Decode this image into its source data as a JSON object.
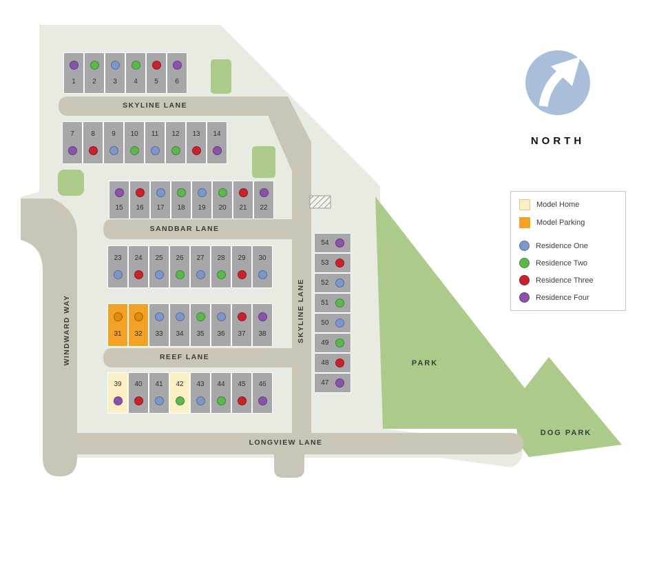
{
  "north": {
    "label": "NORTH"
  },
  "legend": {
    "items": [
      {
        "label": "Model Home"
      },
      {
        "label": "Model Parking"
      },
      {
        "label": "Residence One"
      },
      {
        "label": "Residence Two"
      },
      {
        "label": "Residence Three"
      },
      {
        "label": "Residence Four"
      }
    ]
  },
  "streets": {
    "skyline_top": "SKYLINE LANE",
    "sandbar": "SANDBAR LANE",
    "reef": "REEF LANE",
    "longview": "LONGVIEW LANE",
    "windward": "WINDWARD WAY",
    "skyline_vertical": "SKYLINE LANE"
  },
  "areas": {
    "park": "PARK",
    "dog_park": "DOG PARK"
  },
  "colors": {
    "residence_one": "#7b97ce",
    "residence_two": "#5cb84c",
    "residence_three": "#c8232c",
    "residence_four": "#8953ab",
    "model_home_fill": "#fbefc4",
    "model_parking_fill": "#f4a127",
    "model_parking_dot": "#df8b13",
    "lot_fill": "#a7a7a9",
    "road_fill": "#c9c6b8",
    "site_fill": "#e8ebe1",
    "park_fill": "#accb8b",
    "north_circle": "#a8bed9"
  },
  "lot_rows": [
    {
      "name": "row-1",
      "lots": [
        {
          "number": "1",
          "residence": "four"
        },
        {
          "number": "2",
          "residence": "two"
        },
        {
          "number": "3",
          "residence": "one"
        },
        {
          "number": "4",
          "residence": "two"
        },
        {
          "number": "5",
          "residence": "three"
        },
        {
          "number": "6",
          "residence": "four"
        }
      ]
    },
    {
      "name": "row-2",
      "lots": [
        {
          "number": "7",
          "residence": "four"
        },
        {
          "number": "8",
          "residence": "three"
        },
        {
          "number": "9",
          "residence": "one"
        },
        {
          "number": "10",
          "residence": "two"
        },
        {
          "number": "11",
          "residence": "one"
        },
        {
          "number": "12",
          "residence": "two"
        },
        {
          "number": "13",
          "residence": "three"
        },
        {
          "number": "14",
          "residence": "four"
        }
      ]
    },
    {
      "name": "row-3",
      "lots": [
        {
          "number": "15",
          "residence": "four"
        },
        {
          "number": "16",
          "residence": "three"
        },
        {
          "number": "17",
          "residence": "one"
        },
        {
          "number": "18",
          "residence": "two"
        },
        {
          "number": "19",
          "residence": "one"
        },
        {
          "number": "20",
          "residence": "two"
        },
        {
          "number": "21",
          "residence": "three"
        },
        {
          "number": "22",
          "residence": "four"
        }
      ]
    },
    {
      "name": "row-4",
      "lots": [
        {
          "number": "23",
          "residence": "one"
        },
        {
          "number": "24",
          "residence": "three"
        },
        {
          "number": "25",
          "residence": "one"
        },
        {
          "number": "26",
          "residence": "two"
        },
        {
          "number": "27",
          "residence": "one"
        },
        {
          "number": "28",
          "residence": "two"
        },
        {
          "number": "29",
          "residence": "three"
        },
        {
          "number": "30",
          "residence": "one"
        }
      ]
    },
    {
      "name": "row-5",
      "lots": [
        {
          "number": "31",
          "residence": "parking",
          "type": "model-parking"
        },
        {
          "number": "32",
          "residence": "parking",
          "type": "model-parking"
        },
        {
          "number": "33",
          "residence": "one"
        },
        {
          "number": "34",
          "residence": "one"
        },
        {
          "number": "35",
          "residence": "two"
        },
        {
          "number": "36",
          "residence": "one"
        },
        {
          "number": "37",
          "residence": "three"
        },
        {
          "number": "38",
          "residence": "four"
        }
      ]
    },
    {
      "name": "row-6",
      "lots": [
        {
          "number": "39",
          "residence": "four",
          "type": "model-home"
        },
        {
          "number": "40",
          "residence": "three"
        },
        {
          "number": "41",
          "residence": "one"
        },
        {
          "number": "42",
          "residence": "two",
          "type": "model-home"
        },
        {
          "number": "43",
          "residence": "one"
        },
        {
          "number": "44",
          "residence": "two"
        },
        {
          "number": "45",
          "residence": "three"
        },
        {
          "number": "46",
          "residence": "four"
        }
      ]
    },
    {
      "name": "skyline-column",
      "lots": [
        {
          "number": "54",
          "residence": "four"
        },
        {
          "number": "53",
          "residence": "three"
        },
        {
          "number": "52",
          "residence": "one"
        },
        {
          "number": "51",
          "residence": "two"
        },
        {
          "number": "50",
          "residence": "one"
        },
        {
          "number": "49",
          "residence": "two"
        },
        {
          "number": "48",
          "residence": "three"
        },
        {
          "number": "47",
          "residence": "four"
        }
      ]
    }
  ]
}
